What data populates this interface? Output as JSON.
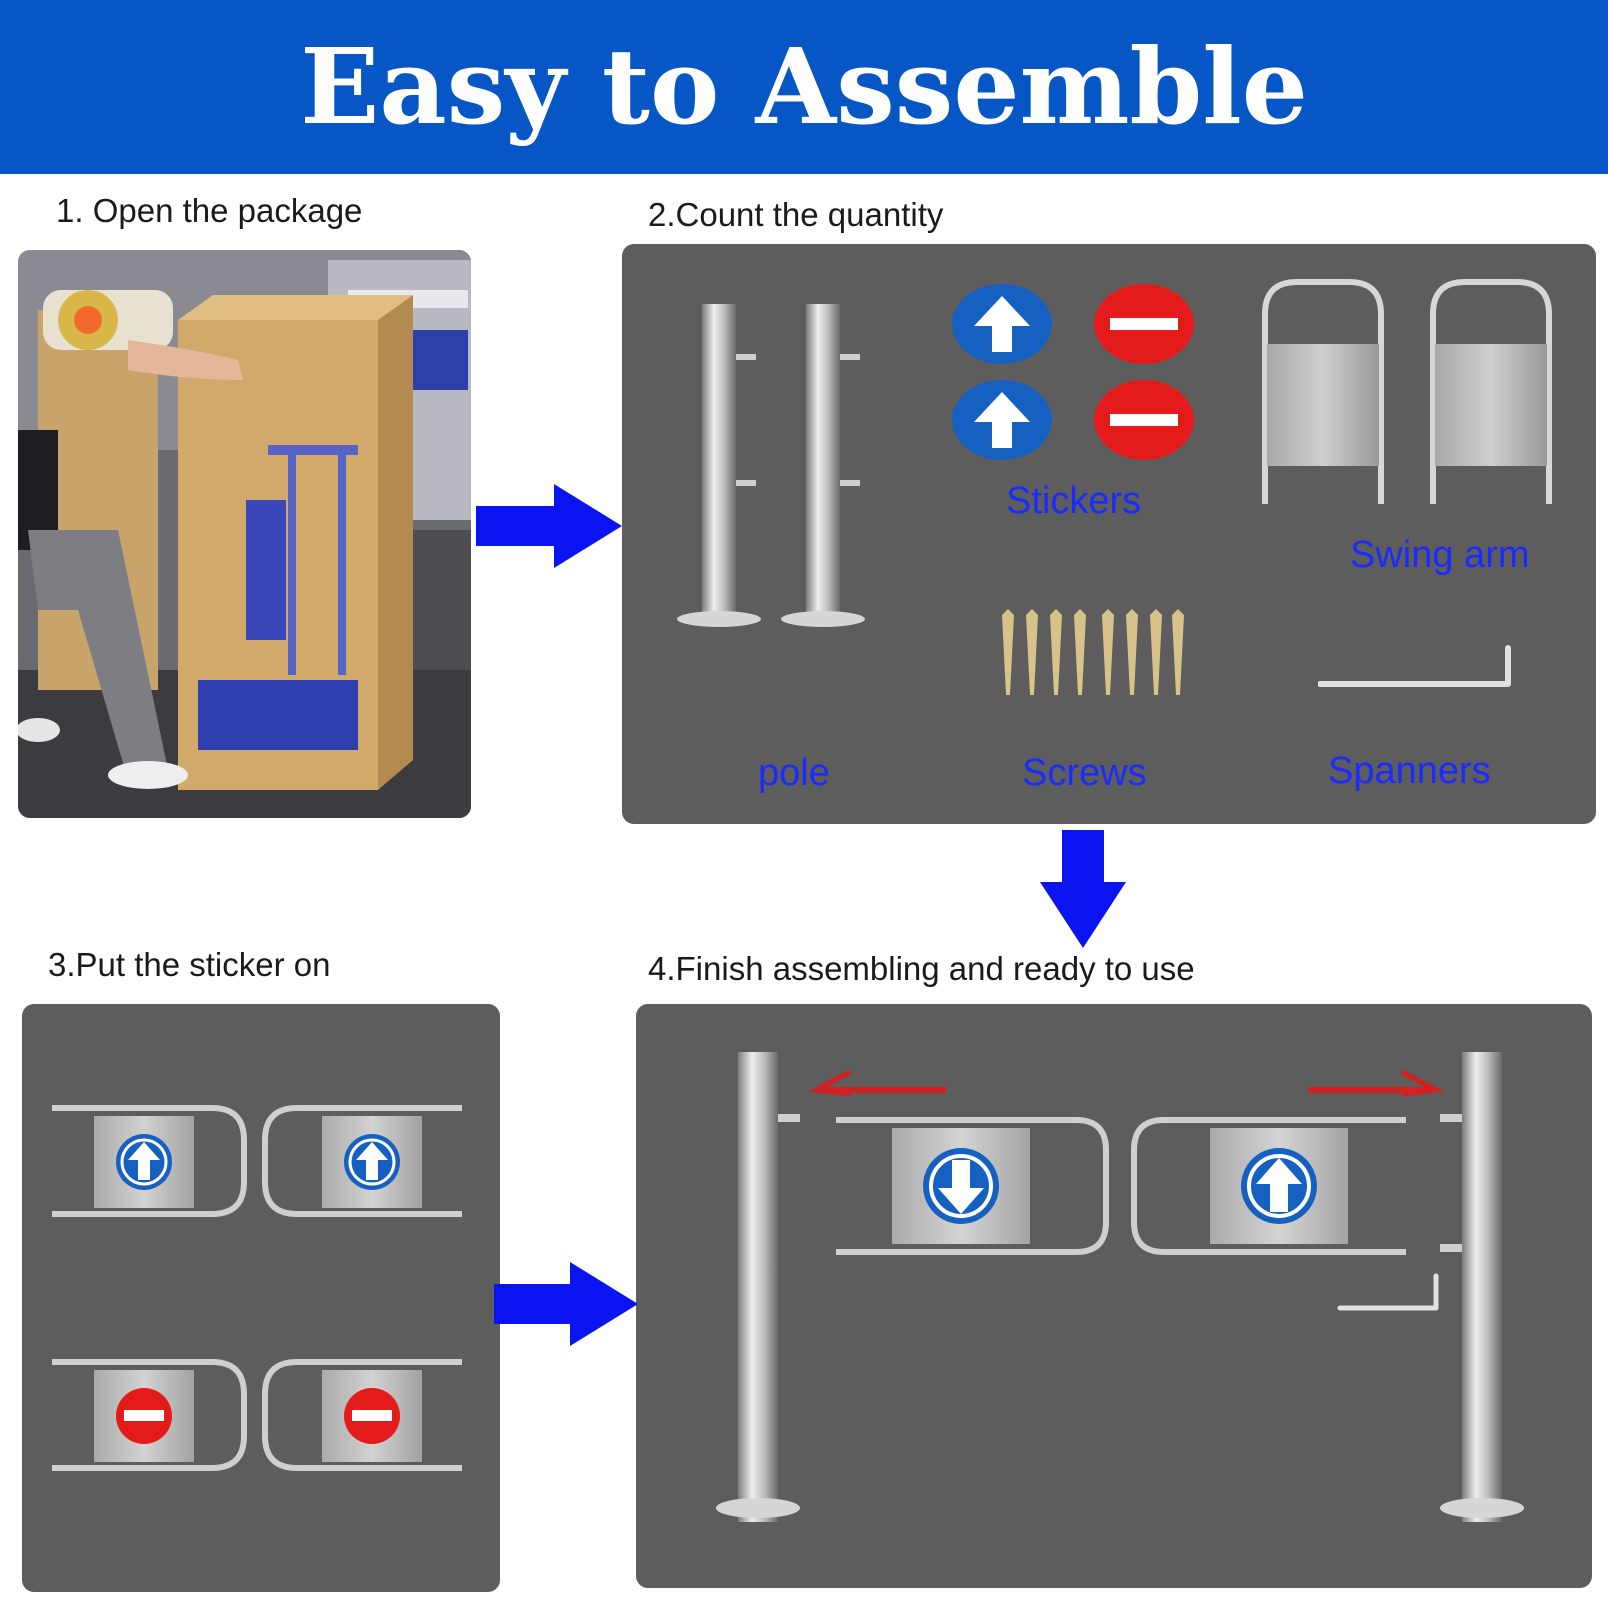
{
  "banner": {
    "title": "Easy to Assemble"
  },
  "steps": {
    "step1": "1. Open the package",
    "step2": "2.Count the quantity",
    "step3": "3.Put the sticker on",
    "step4": "4.Finish assembling and ready to use"
  },
  "parts": {
    "stickers": "Stickers",
    "swing_arm": "Swing arm",
    "pole": "pole",
    "screws": "Screws",
    "spanners": "Spanners"
  },
  "colors": {
    "banner": "#0656c6",
    "panel": "#5d5d5d",
    "flow_arrow": "#0a14f0",
    "label_blue": "#1a2bff",
    "sticker_blue": "#1560c0",
    "sticker_red": "#e41b1b"
  }
}
